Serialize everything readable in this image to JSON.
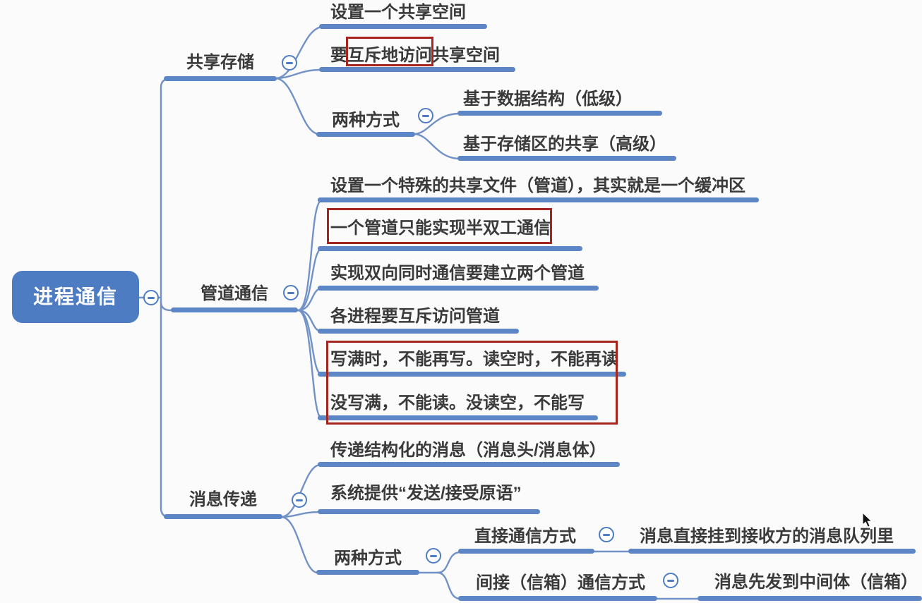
{
  "app": {
    "type": "mind-map-screenshot",
    "topic_count": 20
  },
  "colors": {
    "accent": "#4d7cc3",
    "line": "#7292c7",
    "bar": "#5c86c5",
    "highlight": "#a6251e",
    "text": "#3a3a3a",
    "roottext": "#ffffff",
    "bg": "#fbfbfb"
  },
  "icons": {
    "collapse": "minus-circle-icon",
    "pointer": "arrow-cursor"
  },
  "mindmap": {
    "root": {
      "label": "进程通信"
    },
    "branches": [
      {
        "label": "共享存储",
        "children": [
          {
            "label": "设置一个共享空间"
          },
          {
            "label": "要互斥地访问共享空间",
            "highlighted_part": "互斥地访问"
          },
          {
            "label": "两种方式",
            "children": [
              {
                "label": "基于数据结构（低级）"
              },
              {
                "label": "基于存储区的共享（高级）"
              }
            ]
          }
        ]
      },
      {
        "label": "管道通信",
        "children": [
          {
            "label": "设置一个特殊的共享文件（管道），其实就是一个缓冲区"
          },
          {
            "label": "一个管道只能实现半双工通信",
            "highlighted": true
          },
          {
            "label": "实现双向同时通信要建立两个管道"
          },
          {
            "label": "各进程要互斥访问管道"
          },
          {
            "label": "写满时，不能再写。读空时，不能再读",
            "highlighted": true
          },
          {
            "label": "没写满，不能读。没读空，不能写",
            "highlighted": true
          }
        ]
      },
      {
        "label": "消息传递",
        "children": [
          {
            "label": "传递结构化的消息（消息头/消息体）"
          },
          {
            "label": "系统提供“发送/接受原语”"
          },
          {
            "label": "两种方式",
            "children": [
              {
                "label": "直接通信方式",
                "children": [
                  {
                    "label": "消息直接挂到接收方的消息队列里"
                  }
                ]
              },
              {
                "label": "间接（信箱）通信方式",
                "children": [
                  {
                    "label": "消息先发到中间体（信箱）"
                  }
                ]
              }
            ]
          }
        ]
      }
    ]
  }
}
